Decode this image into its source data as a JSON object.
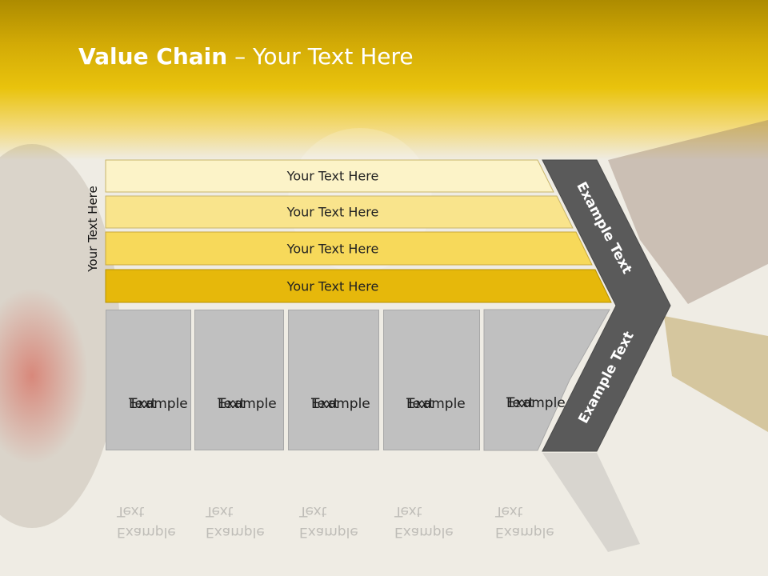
{
  "title": {
    "bold": "Value Chain",
    "rest": " – Your Text Here"
  },
  "side_label": "Your Text Here",
  "bars": [
    {
      "label": "Your Text Here",
      "color": "#fcf3c8"
    },
    {
      "label": "Your Text Here",
      "color": "#f9e48c"
    },
    {
      "label": "Your Text Here",
      "color": "#f7d95a"
    },
    {
      "label": "Your Text Here",
      "color": "#e6b80b"
    }
  ],
  "cards": [
    {
      "line1": "Example",
      "line2": "Text"
    },
    {
      "line1": "Example",
      "line2": "Text"
    },
    {
      "line1": "Example",
      "line2": "Text"
    },
    {
      "line1": "Example",
      "line2": "Text"
    },
    {
      "line1": "Example",
      "line2": "Text"
    }
  ],
  "chevron": {
    "upper": "Example Text",
    "lower": "Example Text",
    "color": "#5a5a5a"
  }
}
